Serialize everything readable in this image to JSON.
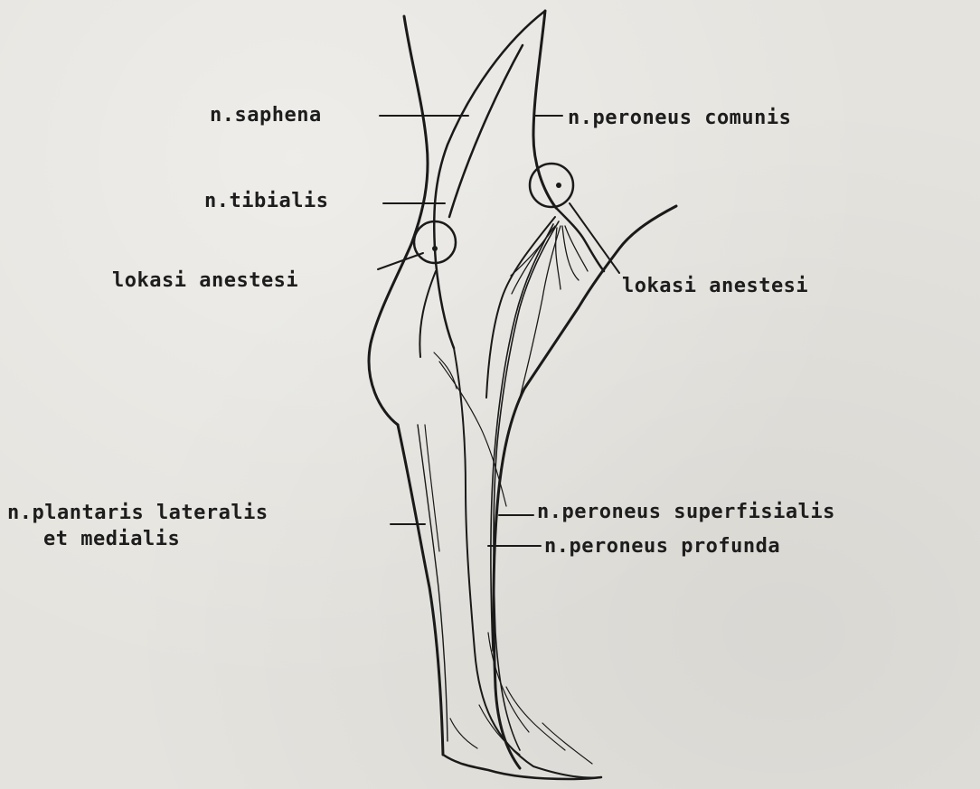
{
  "diagram": {
    "labels": {
      "saphena": "n.saphena",
      "peroneus_comunis": "n.peroneus comunis",
      "tibialis": "n.tibialis",
      "lokasi_left": "lokasi anestesi",
      "lokasi_right": "lokasi anestesi",
      "plantaris_line1": "n.plantaris lateralis",
      "plantaris_line2": "et medialis",
      "peroneus_superfisialis": "n.peroneus superfisialis",
      "peroneus_profunda": "n.peroneus profunda"
    }
  },
  "colors": {
    "paper": "#e5e3de",
    "ink": "#1a1a1a"
  }
}
